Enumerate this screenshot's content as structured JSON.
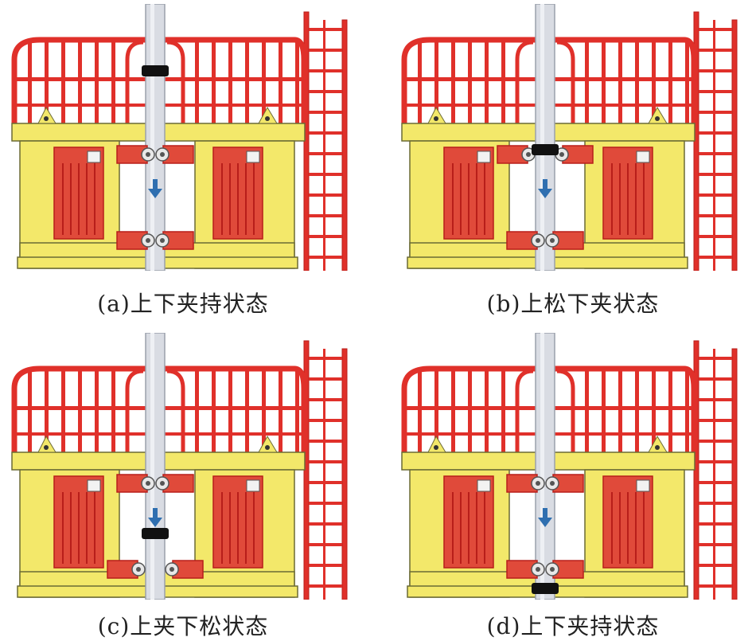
{
  "colors": {
    "rail": "#e0302a",
    "rail_dark": "#b81e1a",
    "frame": "#f3e86a",
    "frame_edge": "#6b6a35",
    "red_panel": "#e04a3a",
    "pipe": "#d9dce3",
    "pipe_edge": "#9aa0ab",
    "clamp_mark": "#111111",
    "arrow": "#2f6fb0"
  },
  "panels": [
    {
      "caption": "(a)上下夹持状态",
      "upper_clamp": "closed",
      "lower_clamp": "closed",
      "marker_level": 0.18
    },
    {
      "caption": "(b)上松下夹状态",
      "upper_clamp": "open",
      "lower_clamp": "closed",
      "marker_level": 0.51
    },
    {
      "caption": "(c)上夹下松状态",
      "upper_clamp": "closed",
      "lower_clamp": "open",
      "marker_level": 0.74
    },
    {
      "caption": "(d)上下夹持状态",
      "upper_clamp": "closed",
      "lower_clamp": "closed",
      "marker_level": 0.97
    }
  ]
}
